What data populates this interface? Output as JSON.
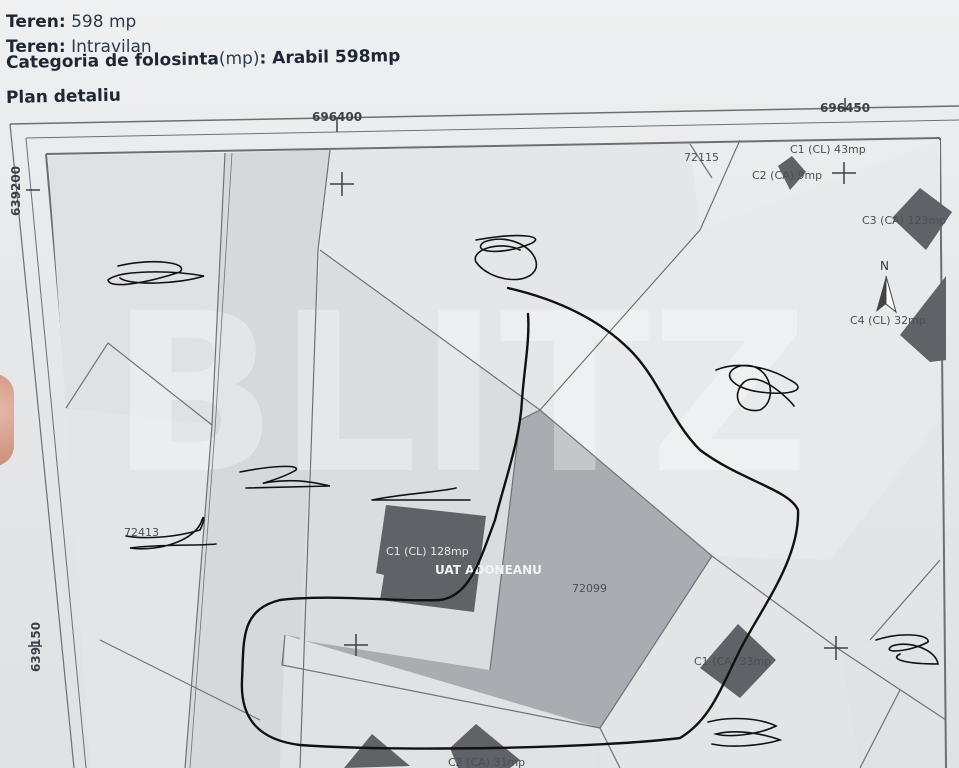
{
  "header": {
    "line1": {
      "key": "Teren:",
      "value": "598 mp"
    },
    "line2": {
      "key": "Teren:",
      "value": "Intravilan"
    },
    "line3": {
      "key": "Categoria de folosinta",
      "unit": "(mp)",
      "value": ": Arabil 598mp"
    },
    "section_title": "Plan detaliu"
  },
  "map": {
    "coords": {
      "x_left": "696400",
      "x_right": "696450",
      "y_top": "639200",
      "y_bottom": "639150"
    },
    "parcels": {
      "p72115": "72115",
      "p72099": "72099",
      "p72413": "72413"
    },
    "buildings": {
      "c1_cl_top": "C1 (CL) 43mp",
      "c2_ca_top": "C2 (CA) 9mp",
      "c3_ca": "C3 (CA) 123mp",
      "c4_cl": "C4 (CL) 32mp",
      "c1_cl_main": "C1 (CL) 128mp",
      "c1_ca": "C1 (CA) 33mp",
      "c2_ca_bottom": "C2 (CA) 31mp"
    },
    "uat": "UAT ADONEANU",
    "north": "N",
    "watermark": "BLITZ"
  },
  "colors": {
    "building": "#5f6266",
    "parcel_main": "#a9adb1",
    "pen": "#111111"
  }
}
